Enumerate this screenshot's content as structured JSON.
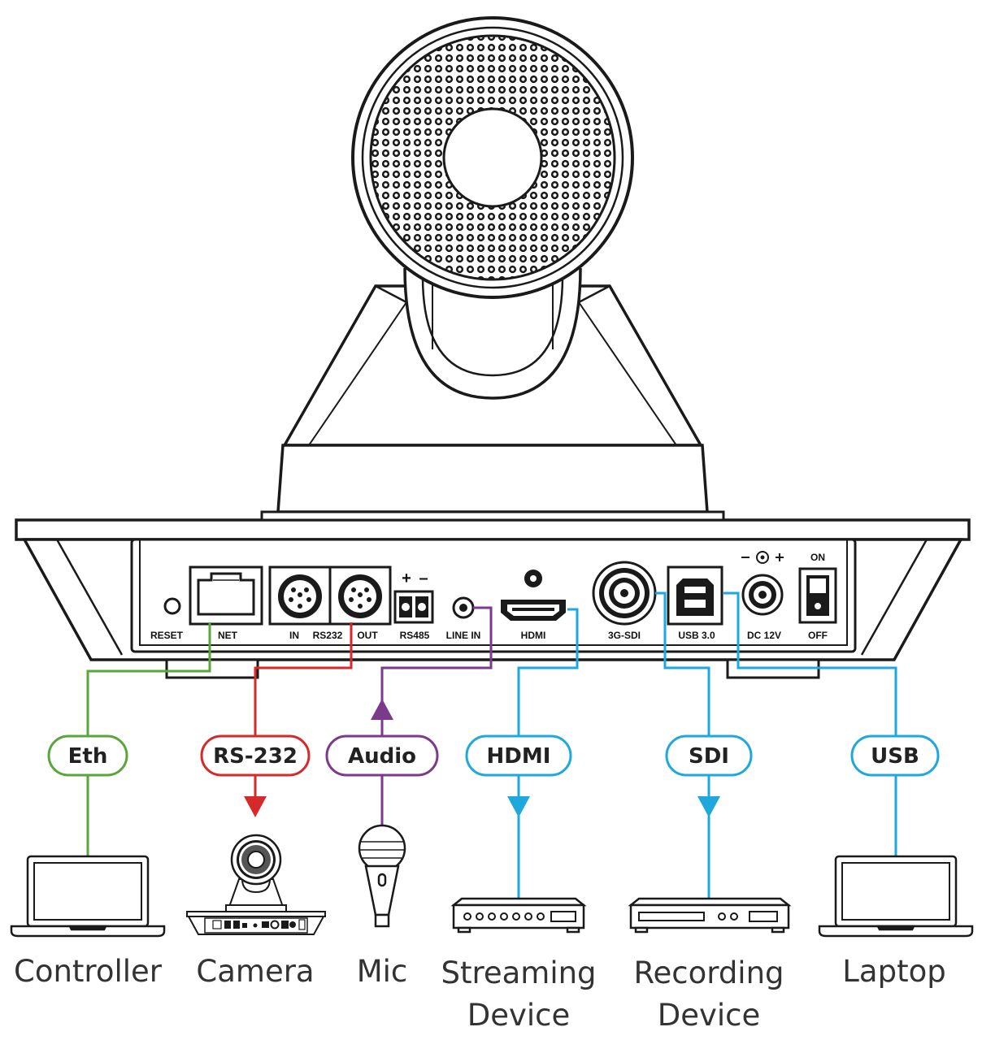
{
  "colors": {
    "eth": "#5aa53c",
    "rs232": "#d62a2a",
    "audio": "#7b3a8c",
    "video": "#1fa8dc",
    "outline": "#1a1a1a"
  },
  "ports": {
    "reset": "RESET",
    "net": "NET",
    "rs232_in": "IN",
    "rs232": "RS232",
    "rs232_out": "OUT",
    "rs485_plus": "+",
    "rs485_minus": "–",
    "rs485": "RS485",
    "line_in": "LINE IN",
    "hdmi": "HDMI",
    "sdi": "3G-SDI",
    "usb": "USB 3.0",
    "dc": "DC 12V",
    "switch_on": "ON",
    "switch_off": "OFF"
  },
  "connections": {
    "eth": "Eth",
    "rs232": "RS-232",
    "audio": "Audio",
    "hdmi": "HDMI",
    "sdi": "SDI",
    "usb": "USB"
  },
  "devices": {
    "controller": "Controller",
    "camera": "Camera",
    "mic": "Mic",
    "streaming_1": "Streaming",
    "streaming_2": "Device",
    "recording_1": "Recording",
    "recording_2": "Device",
    "laptop": "Laptop"
  }
}
